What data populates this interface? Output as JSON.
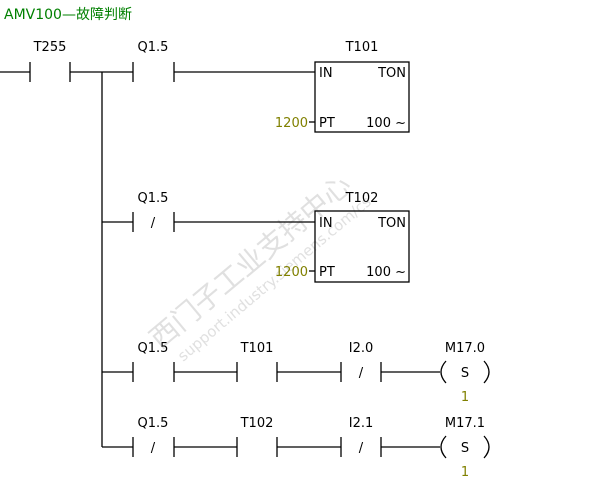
{
  "network_title": "AMV100—故障判断",
  "rung1": {
    "contact_t255": "T255",
    "contact_q15": "Q1.5",
    "timer": {
      "name": "T101",
      "type": "TON",
      "in": "IN",
      "pt": "PT",
      "preset": "1200",
      "base": "100 ~"
    }
  },
  "rung2": {
    "contact_q15": "Q1.5",
    "negate": "/",
    "timer": {
      "name": "T102",
      "type": "TON",
      "in": "IN",
      "pt": "PT",
      "preset": "1200",
      "base": "100 ~"
    }
  },
  "rung3": {
    "contact_q15": "Q1.5",
    "contact_t101": "T101",
    "contact_i20": "I2.0",
    "negate": "/",
    "coil": {
      "address": "M17.0",
      "instruction": "S",
      "count": "1"
    }
  },
  "rung4": {
    "contact_q15": "Q1.5",
    "negate_q15": "/",
    "contact_t102": "T102",
    "contact_i21": "I2.1",
    "negate_i21": "/",
    "coil": {
      "address": "M17.1",
      "instruction": "S",
      "count": "1"
    }
  },
  "watermark": {
    "cn": "西门子工业支持中心",
    "url": "support.industry.siemens.com/cs"
  }
}
